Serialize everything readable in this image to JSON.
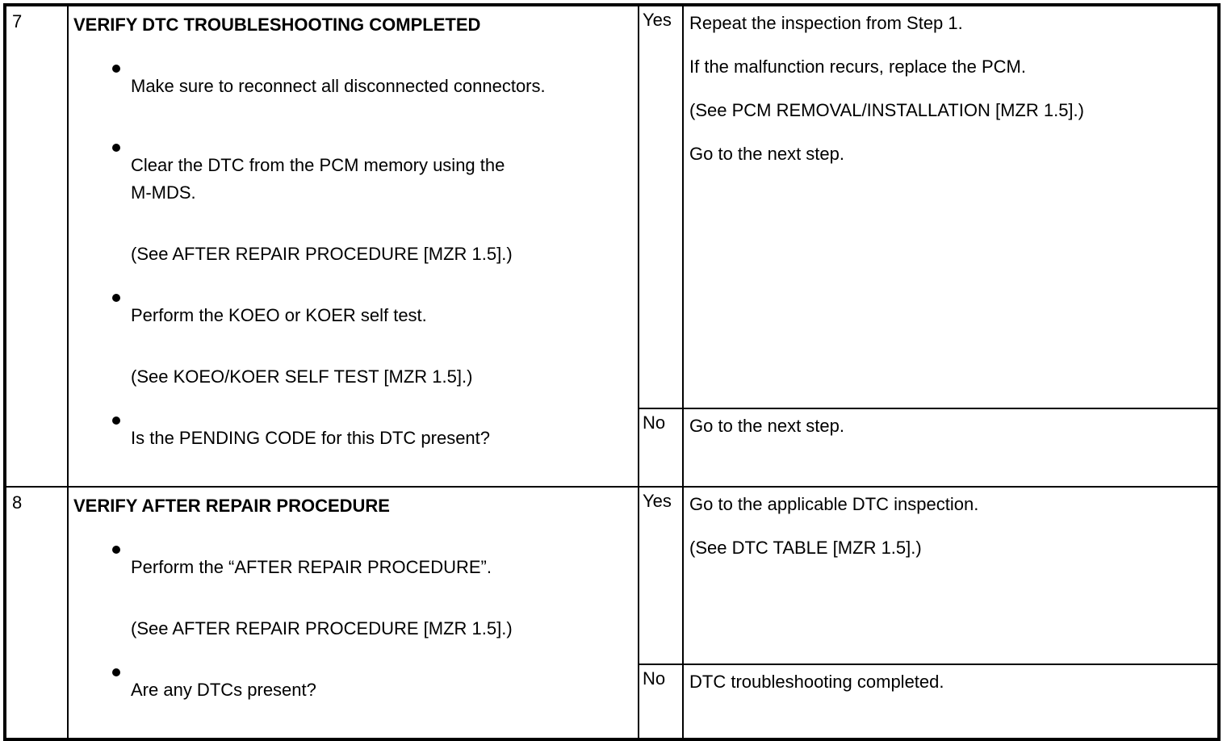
{
  "colors": {
    "border": "#000000",
    "text": "#000000",
    "background": "#ffffff"
  },
  "table": {
    "kind": "diagnostic-troubleshooting-table",
    "steps": [
      {
        "step": "7",
        "title": "VERIFY DTC TROUBLESHOOTING COMPLETED",
        "items": [
          {
            "kind": "bullet",
            "text": "Make sure to reconnect all disconnected connectors."
          },
          {
            "kind": "bullet",
            "text": "Clear the DTC from the PCM memory using the\nM-MDS."
          },
          {
            "kind": "note",
            "text": "(See AFTER REPAIR PROCEDURE [MZR 1.5].)"
          },
          {
            "kind": "bullet",
            "text": "Perform the KOEO or KOER self test."
          },
          {
            "kind": "note",
            "text": "(See KOEO/KOER SELF TEST [MZR 1.5].)"
          },
          {
            "kind": "bullet",
            "text": "Is the PENDING CODE for this DTC present?"
          }
        ],
        "yes_label": "Yes",
        "yes_lines": [
          "Repeat the inspection from Step 1.",
          "If the malfunction recurs, replace the PCM.",
          "(See PCM REMOVAL/INSTALLATION [MZR 1.5].)",
          "Go to the next step."
        ],
        "no_label": "No",
        "no_lines": [
          "Go to the next step."
        ]
      },
      {
        "step": "8",
        "title": "VERIFY AFTER REPAIR PROCEDURE",
        "items": [
          {
            "kind": "bullet",
            "text": "Perform the “AFTER REPAIR PROCEDURE”."
          },
          {
            "kind": "note",
            "text": "(See AFTER REPAIR PROCEDURE [MZR 1.5].)"
          },
          {
            "kind": "bullet",
            "text": "Are any DTCs present?"
          }
        ],
        "yes_label": "Yes",
        "yes_lines": [
          "Go to the applicable DTC inspection.",
          "(See DTC TABLE [MZR 1.5].)"
        ],
        "no_label": "No",
        "no_lines": [
          "DTC troubleshooting completed."
        ]
      }
    ]
  }
}
